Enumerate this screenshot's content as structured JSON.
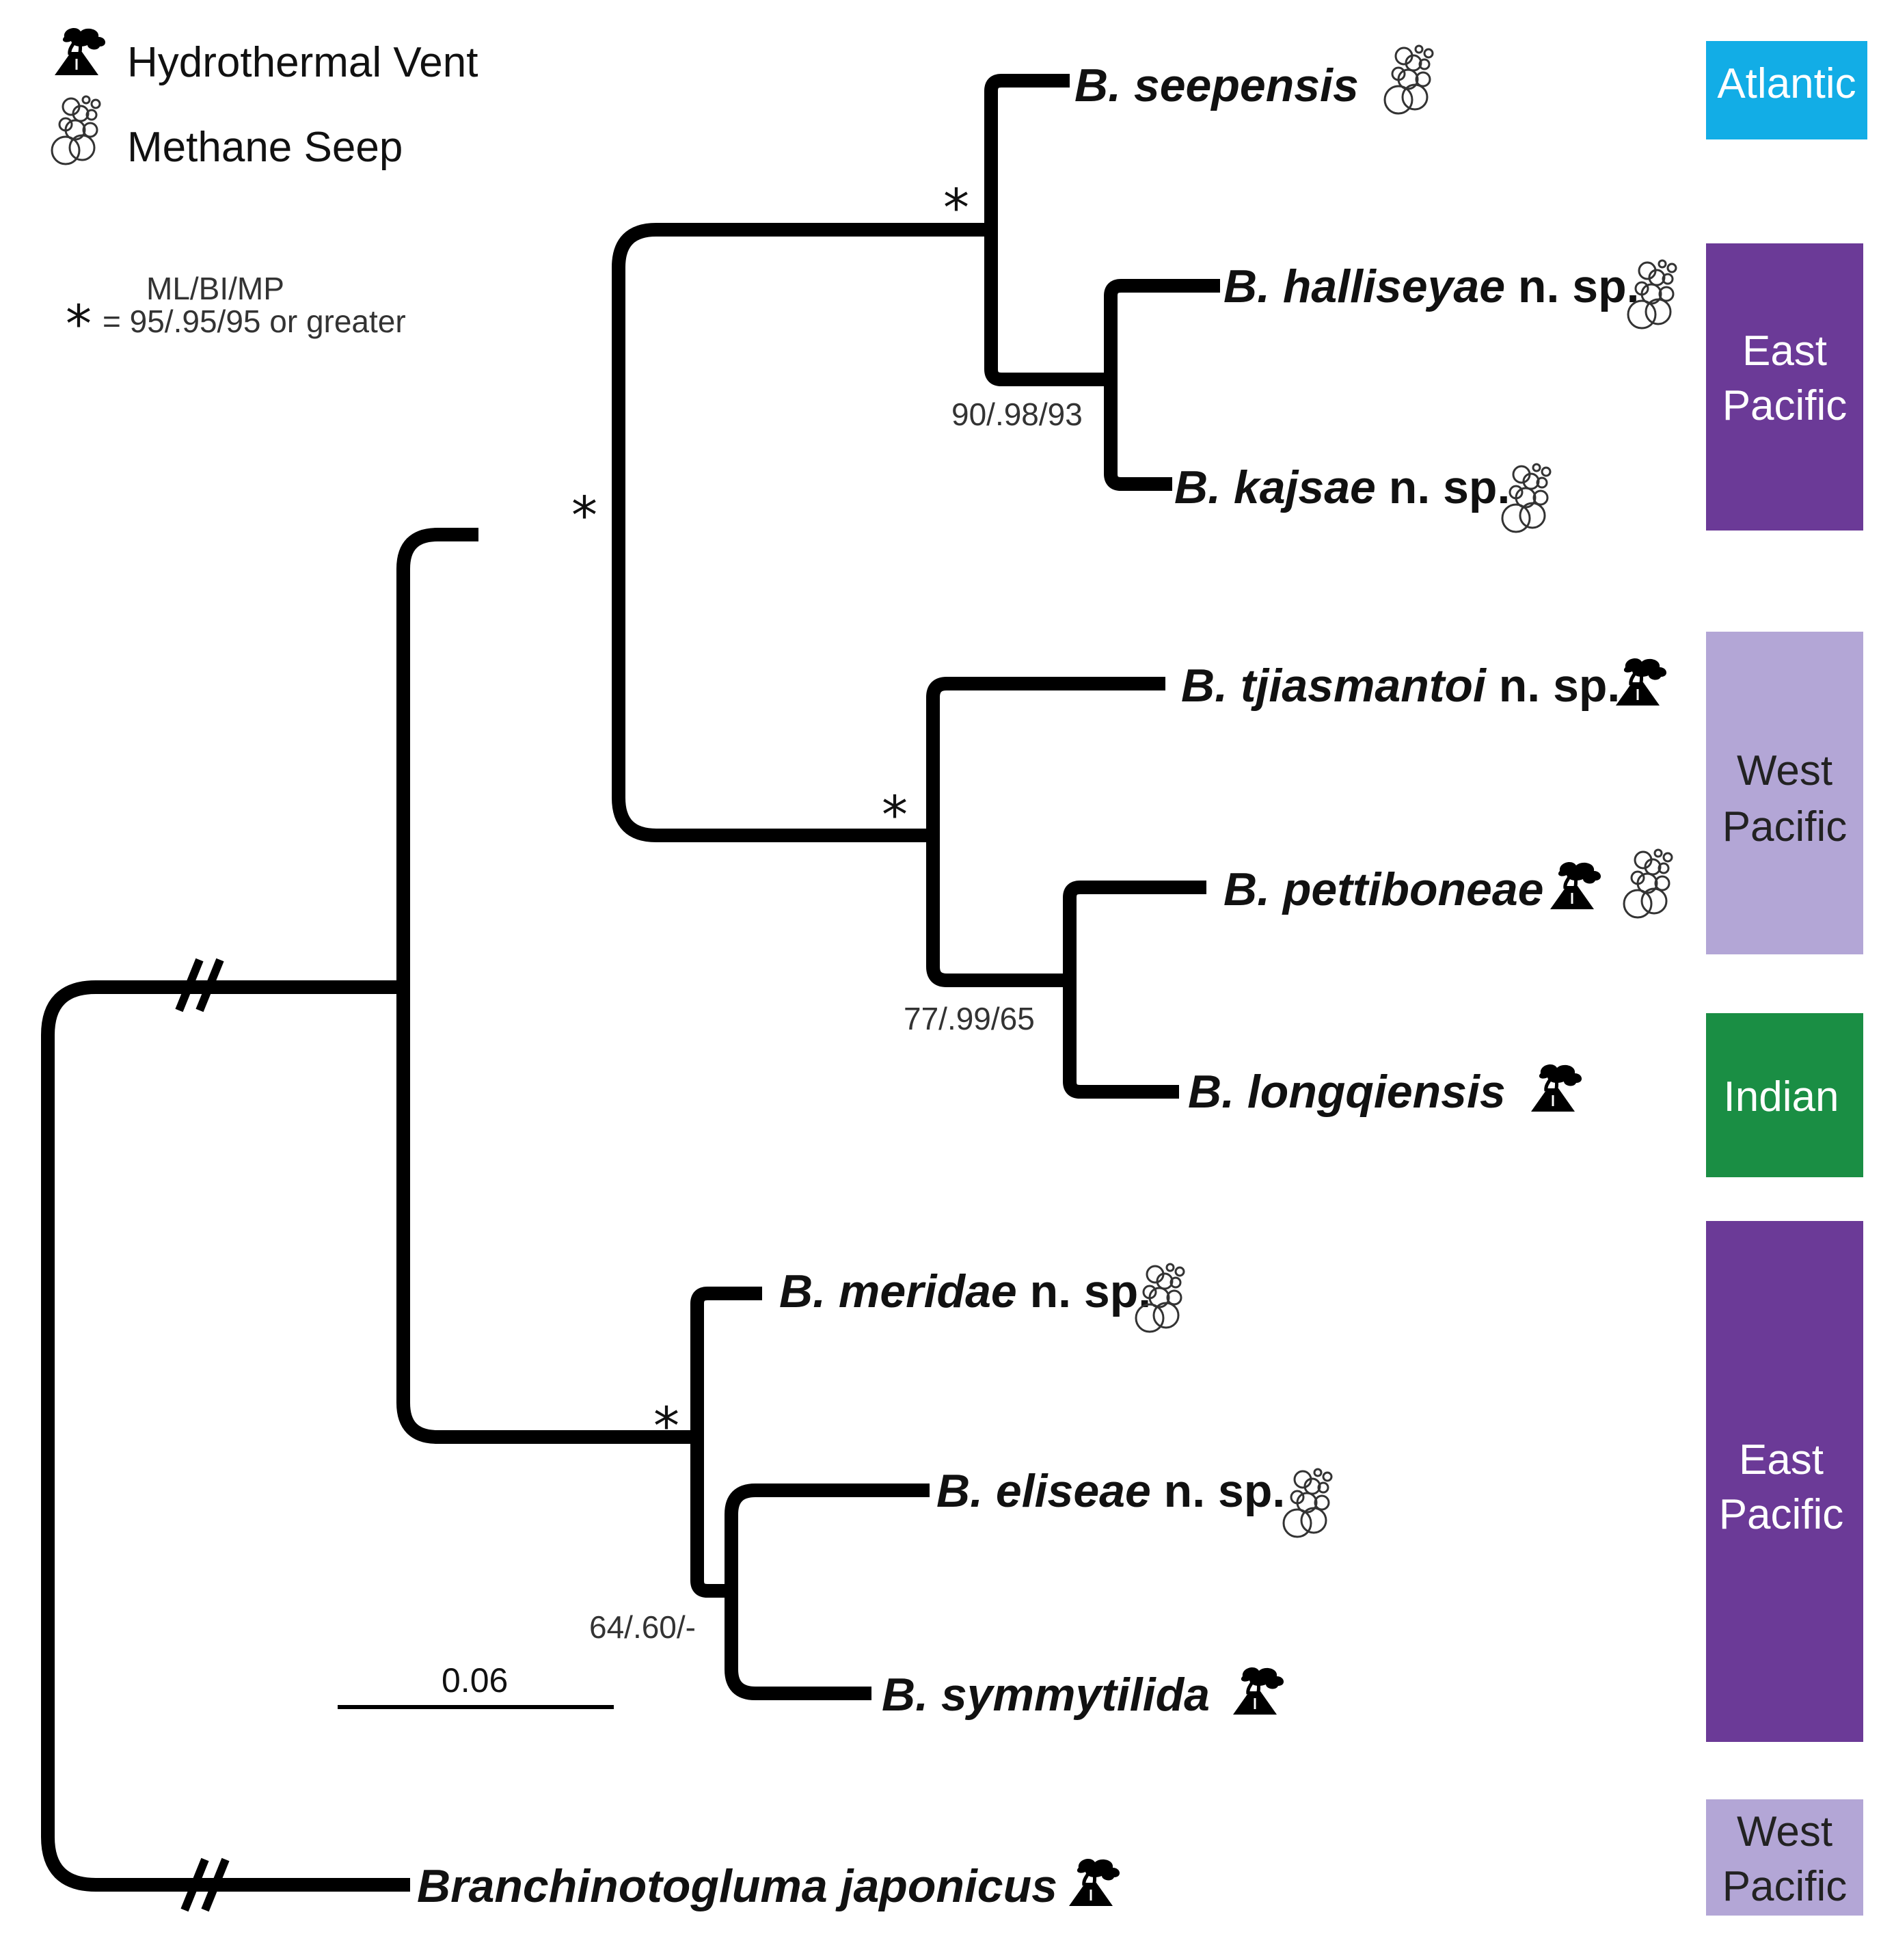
{
  "legend": {
    "vent_label": "Hydrothermal Vent",
    "seep_label": "Methane Seep",
    "support_key_line1": "ML/BI/MP",
    "support_key_line2": "= 95/.95/95 or greater",
    "vent_icon": "hydrothermal-vent-icon",
    "seep_icon": "methane-seep-icon"
  },
  "scale_bar": {
    "label": "0.06"
  },
  "support_values": {
    "star": "*",
    "seepensis_clade": "90/.98/93",
    "pettiboneae_clade": "77/.99/65",
    "eliseae_clade": "64/.60/-"
  },
  "taxa": [
    {
      "genus": "B. seepensis",
      "suffix": "",
      "habitat": [
        "seep"
      ]
    },
    {
      "genus": "B. halliseyae",
      "suffix": " n. sp.",
      "habitat": [
        "seep"
      ]
    },
    {
      "genus": "B. kajsae",
      "suffix": " n. sp.",
      "habitat": [
        "seep"
      ]
    },
    {
      "genus": "B. tjiasmantoi",
      "suffix": " n. sp.",
      "habitat": [
        "vent"
      ]
    },
    {
      "genus": "B. pettiboneae",
      "suffix": "",
      "habitat": [
        "vent",
        "seep"
      ]
    },
    {
      "genus": "B. longqiensis",
      "suffix": "",
      "habitat": [
        "vent"
      ]
    },
    {
      "genus": "B. meridae",
      "suffix": " n. sp.",
      "habitat": [
        "seep"
      ]
    },
    {
      "genus": "B. eliseae",
      "suffix": " n. sp.",
      "habitat": [
        "seep"
      ]
    },
    {
      "genus": "B. symmytilida",
      "suffix": "",
      "habitat": [
        "vent"
      ]
    },
    {
      "genus": "Branchinotogluma japonicus",
      "suffix": "",
      "habitat": [
        "vent"
      ]
    }
  ],
  "regions": [
    {
      "line1": "Atlantic",
      "line2": "",
      "color": "#12ade6"
    },
    {
      "line1": "East",
      "line2": "Pacific",
      "color": "#6b3a97"
    },
    {
      "line1": "West",
      "line2": "Pacific",
      "color": "#b3a6d6"
    },
    {
      "line1": "Indian",
      "line2": "",
      "color": "#1a8e44"
    },
    {
      "line1": "East",
      "line2": "Pacific",
      "color": "#6b3a97"
    },
    {
      "line1": "West",
      "line2": "Pacific",
      "color": "#b3a6d6"
    }
  ]
}
